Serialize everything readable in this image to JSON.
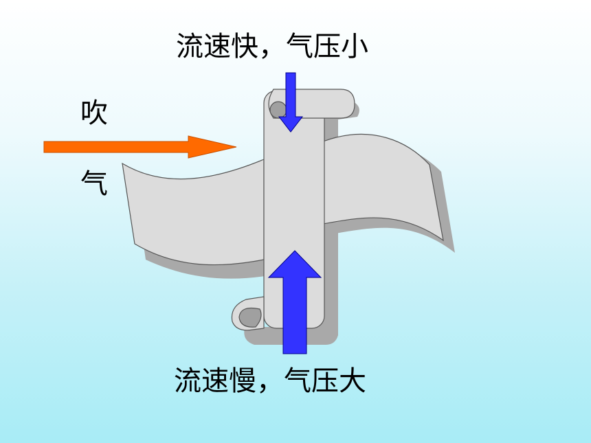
{
  "labels": {
    "top": "流速快，气压小",
    "bottom": "流速慢，气压大",
    "blow": "吹",
    "air": "气"
  },
  "colors": {
    "paper": "#dcdcdc",
    "paper_shadow": "#a9a9a9",
    "scroll_curl": "#a0a0a0",
    "outline": "#555555",
    "airflow_arrow": "#ff6a00",
    "pressure_arrow": "#3333ff",
    "text": "#000000"
  },
  "icons": {
    "blow_arrow": "right-arrow",
    "top_pressure": "down-arrow",
    "bottom_pressure": "up-arrow"
  }
}
